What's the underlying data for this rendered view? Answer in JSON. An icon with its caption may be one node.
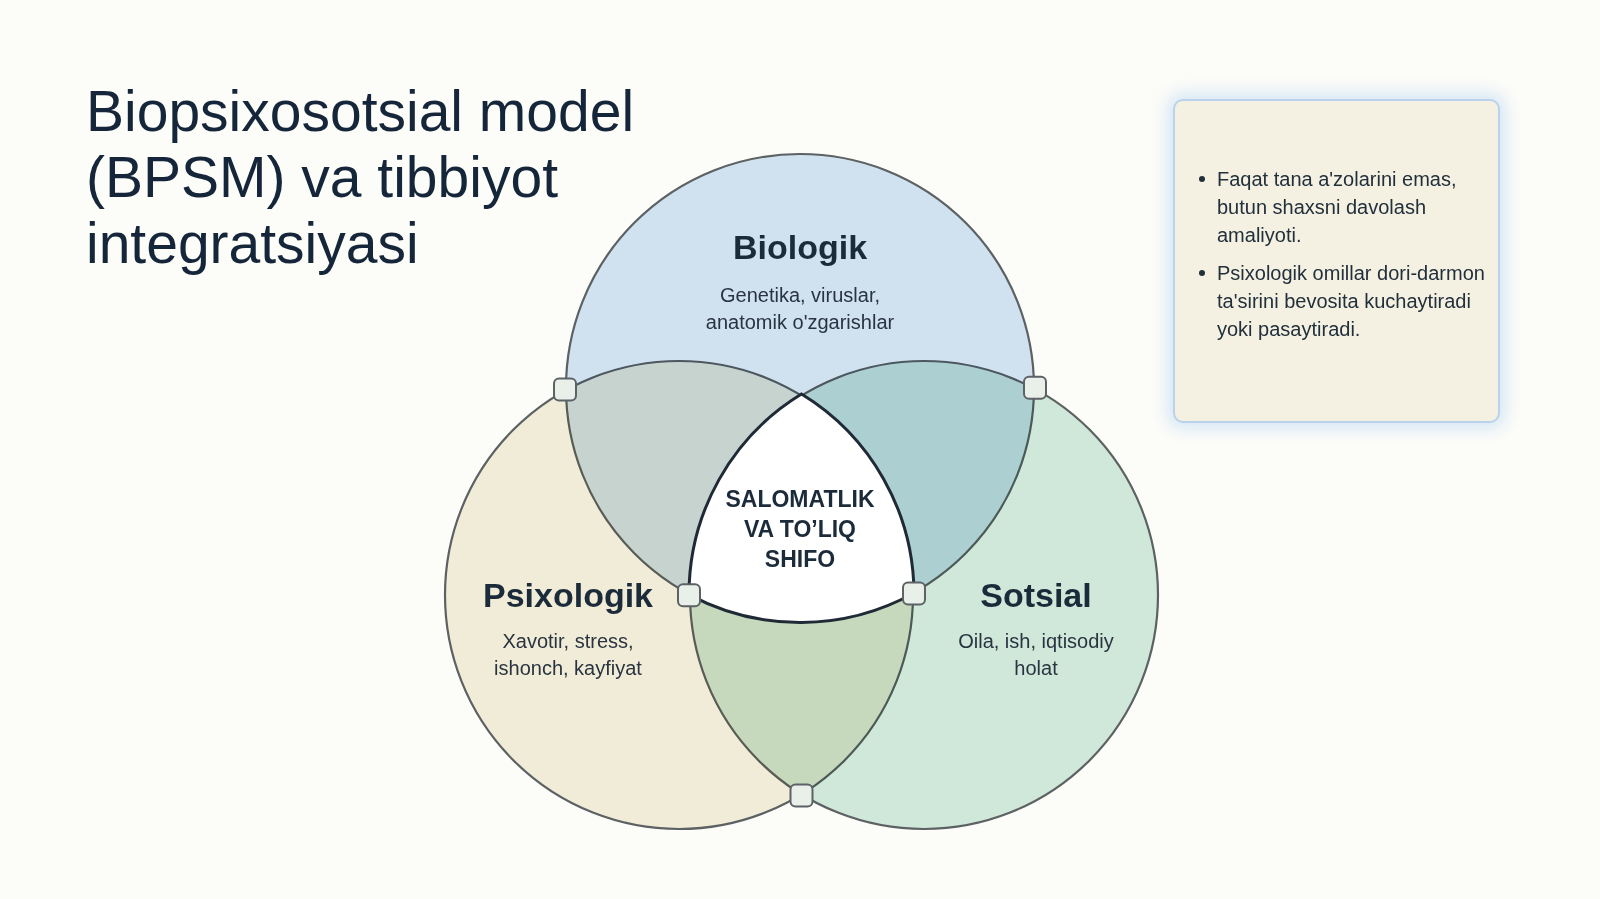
{
  "diagram": {
    "title": "Biopsixosotsial model (BPSM) va tibbiyot integratsiyasi",
    "nodes": [
      {
        "text": [
          "Biologik",
          "Genetika, viruslar, anatomik o'zgarishlar"
        ]
      },
      {
        "text": [
          "Psixologik",
          "Xavotir, stress, ishonch, kayfiyat"
        ]
      },
      {
        "text": [
          "Sotsial",
          "Oila, ish, iqtisodiy holat"
        ]
      },
      {
        "text": [
          "SALOMATLIK VA TO’LIQ SHIFO"
        ]
      },
      {
        "text": [
          "Faqat tana a'zolarini emas, butun shaxsni davolash amaliyoti.",
          "Psixologik omillar dori-darmon ta'sirini bevosita kuchaytiradi yoki pasaytiradi."
        ]
      }
    ]
  }
}
